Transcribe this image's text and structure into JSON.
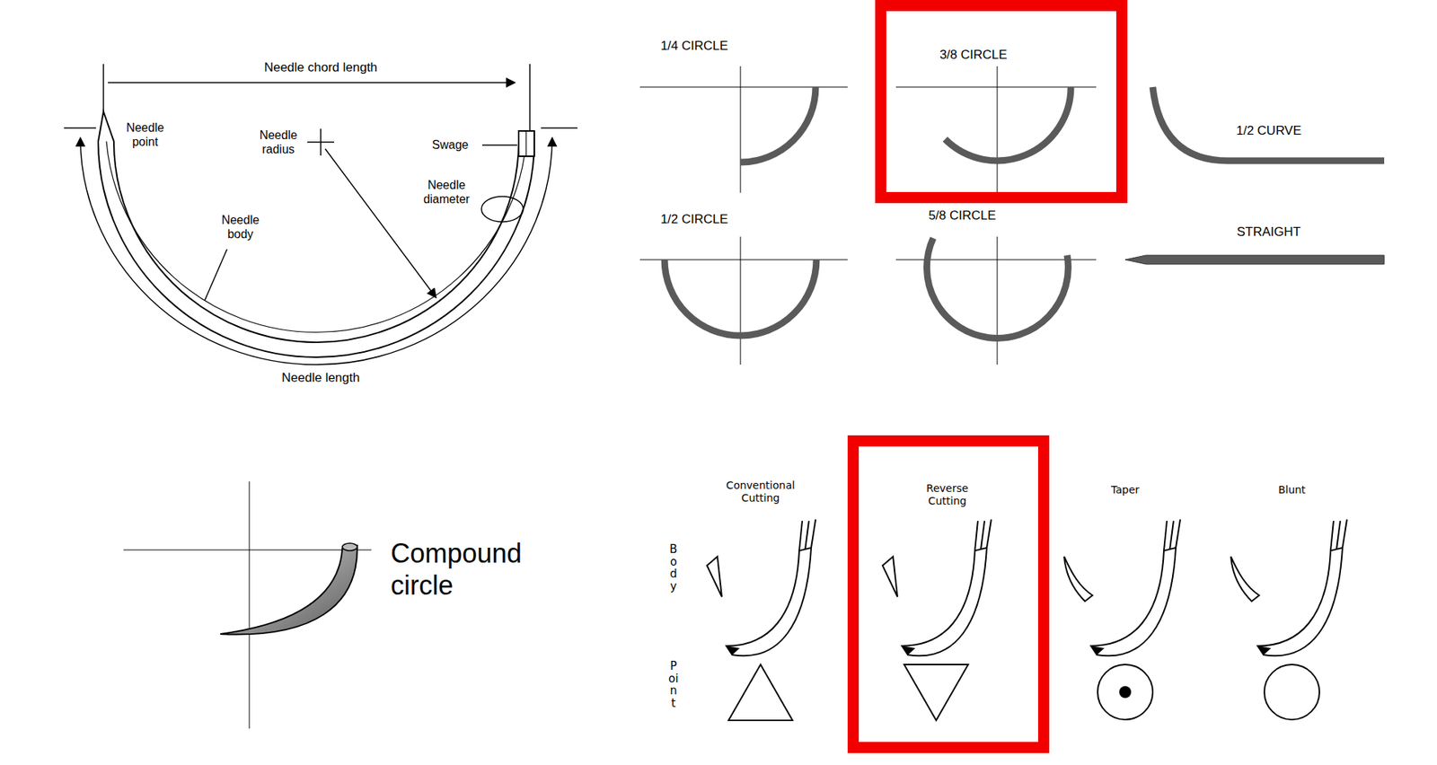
{
  "diagram": {
    "nodes": [
      {
        "text": [
          "3/8 CIRCLE"
        ]
      },
      {
        "text": [
          "Reverse Cutting"
        ]
      }
    ],
    "labels": [
      "Needle chord length",
      "Needle point",
      "Needle radius",
      "Swage",
      "Needle diameter",
      "Needle body",
      "Needle length",
      "1/4 CIRCLE",
      "1/2 CURVE",
      "1/2 CIRCLE",
      "5/8 CIRCLE",
      "STRAIGHT",
      "Compound circle",
      "Conventional Cutting",
      "Taper",
      "Blunt",
      "Body",
      "Point"
    ]
  }
}
